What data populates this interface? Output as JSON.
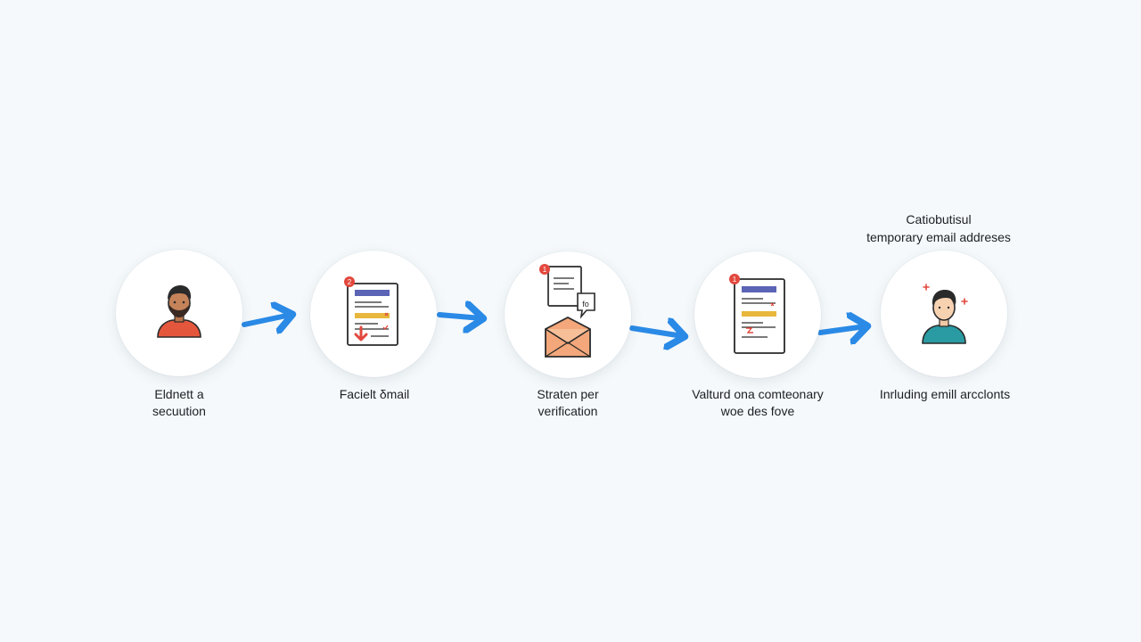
{
  "steps": [
    {
      "label_lines": [
        "Eldnett a",
        "secuution"
      ],
      "icon": "user-icon"
    },
    {
      "label_lines": [
        "Facielt δmail"
      ],
      "icon": "email-form-icon"
    },
    {
      "label_lines": [
        "Straten per",
        "verification"
      ],
      "icon": "envelope-message-icon"
    },
    {
      "label_lines": [
        "Valturd ona comteonary",
        "woe des fove"
      ],
      "icon": "document-form-icon"
    },
    {
      "label_lines": [
        "Inrluding emill arcclonts"
      ],
      "icon": "verified-user-icon"
    }
  ],
  "top_note": {
    "line1": "Catiobutisul",
    "line2": "temporary email addreses"
  },
  "colors": {
    "arrow": "#2a8ae6",
    "badge": "#e2483d",
    "navy_bar": "#5b64b5",
    "yellow_bar": "#e8b73c",
    "user_shirt_orange": "#e5573c",
    "user_shirt_teal": "#2a9ba3",
    "envelope": "#f3a77a"
  }
}
